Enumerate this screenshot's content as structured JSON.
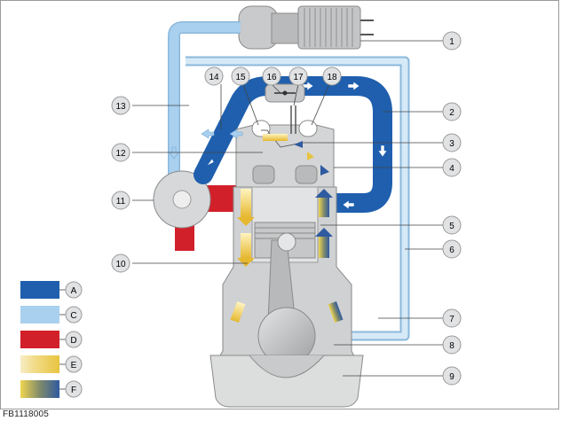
{
  "figure_code": "FB1118005",
  "callouts": [
    "1",
    "2",
    "3",
    "4",
    "5",
    "6",
    "7",
    "8",
    "9",
    "10",
    "11",
    "12",
    "13",
    "14",
    "15",
    "16",
    "17",
    "18"
  ],
  "legend": [
    {
      "key": "A",
      "color": "#1f5fae"
    },
    {
      "key": "C",
      "color": "#a9d0ee"
    },
    {
      "key": "D",
      "color": "#d2202a"
    },
    {
      "key": "E",
      "color": "#e8c440"
    },
    {
      "key": "F",
      "color": "#2f5aa0"
    }
  ],
  "colors": {
    "fresh_air": "#a9d0ee",
    "charge_air": "#1f5fae",
    "exhaust": "#d2202a",
    "engine_grey": "#cfd1d3",
    "outline": "#8a8a8a"
  }
}
